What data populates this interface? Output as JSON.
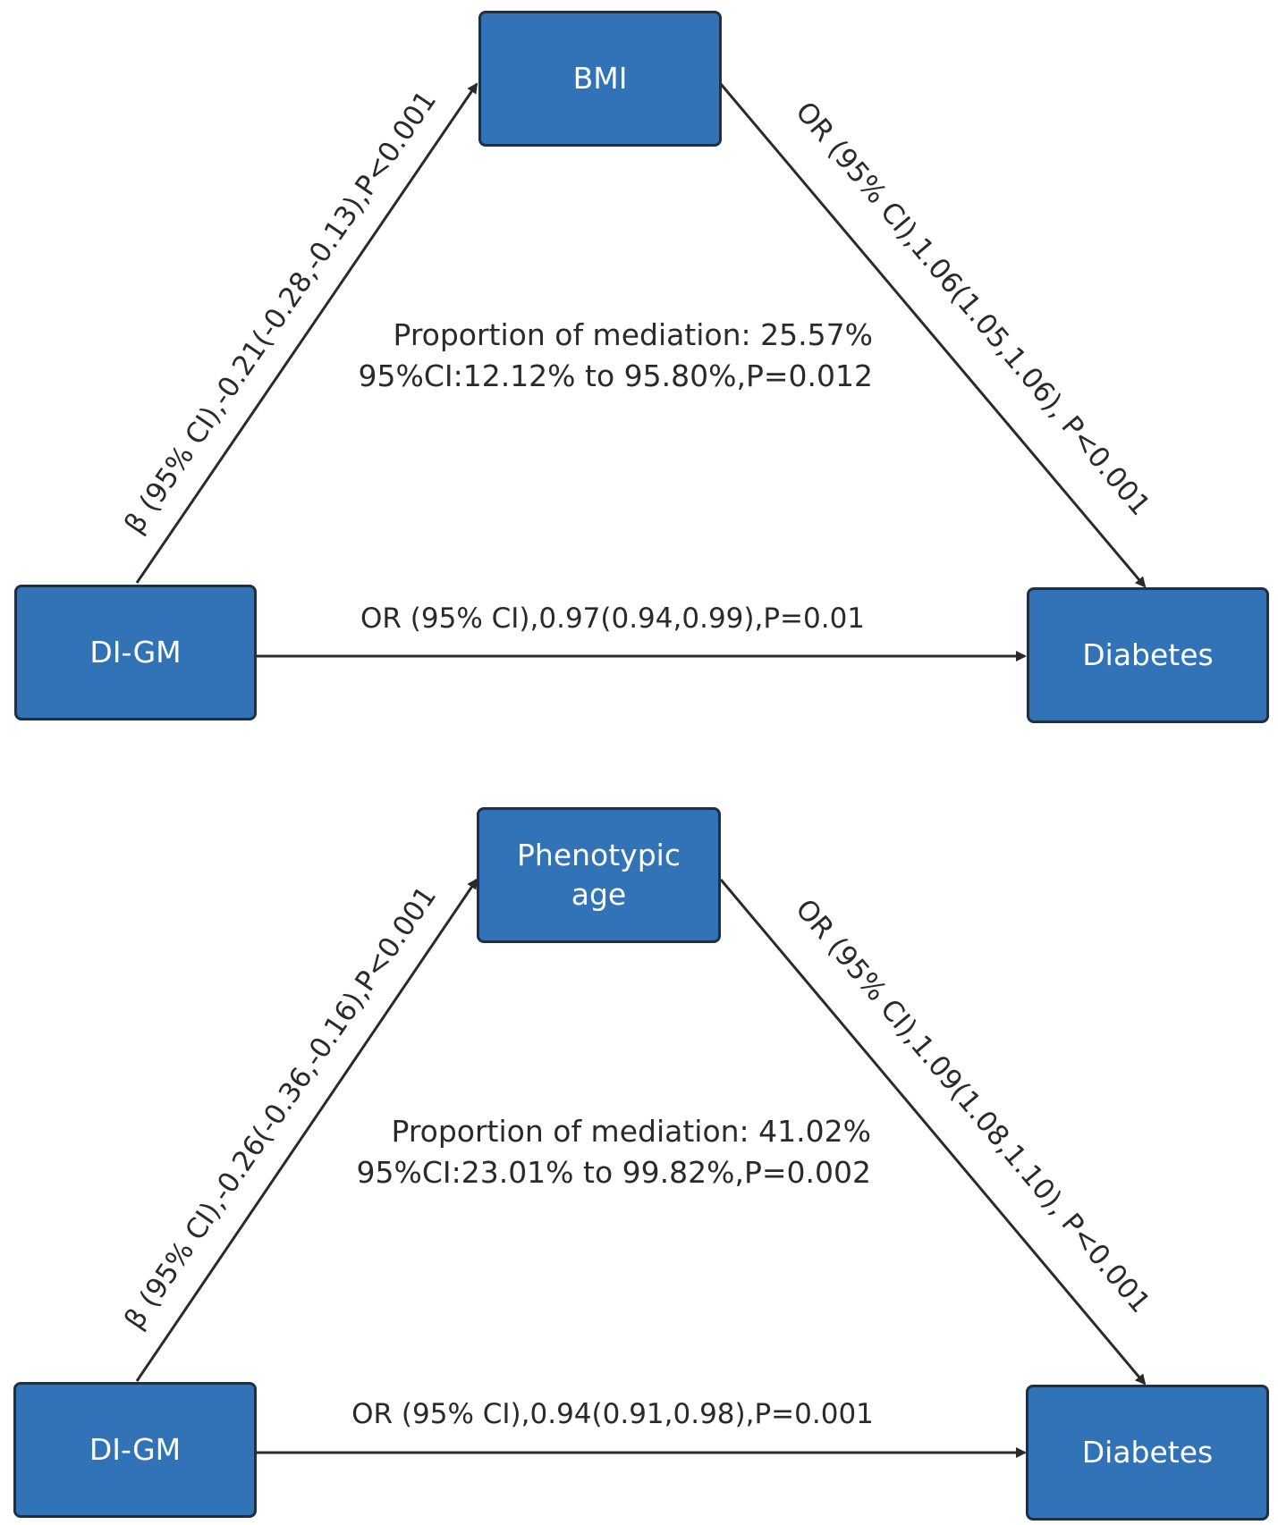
{
  "colors": {
    "box_fill": "#3173b6",
    "box_border": "#1f2f44",
    "line": "#2a2a2a"
  },
  "panel1": {
    "mediator": "BMI",
    "exposure": "DI-GM",
    "outcome": "Diabetes",
    "edge_a": "β (95% CI),-0.21(-0.28,-0.13),P<0.001",
    "edge_b": "OR (95% CI),1.06(1.05,1.06), P<0.001",
    "edge_c": "OR (95% CI),0.97(0.94,0.99),P=0.01",
    "mediation_line1": "Proportion of mediation: 25.57%",
    "mediation_line2": "95%CI:12.12% to 95.80%,P=0.012"
  },
  "panel2": {
    "mediator_line1": "Phenotypic",
    "mediator_line2": "age",
    "exposure": "DI-GM",
    "outcome": "Diabetes",
    "edge_a": "β (95% CI),-0.26(-0.36,-0.16),P<0.001",
    "edge_b": "OR (95% CI),1.09(1.08,1.10), P<0.001",
    "edge_c": "OR (95% CI),0.94(0.91,0.98),P=0.001",
    "mediation_line1": "Proportion of mediation: 41.02%",
    "mediation_line2": "95%CI:23.01% to 99.82%,P=0.002"
  }
}
